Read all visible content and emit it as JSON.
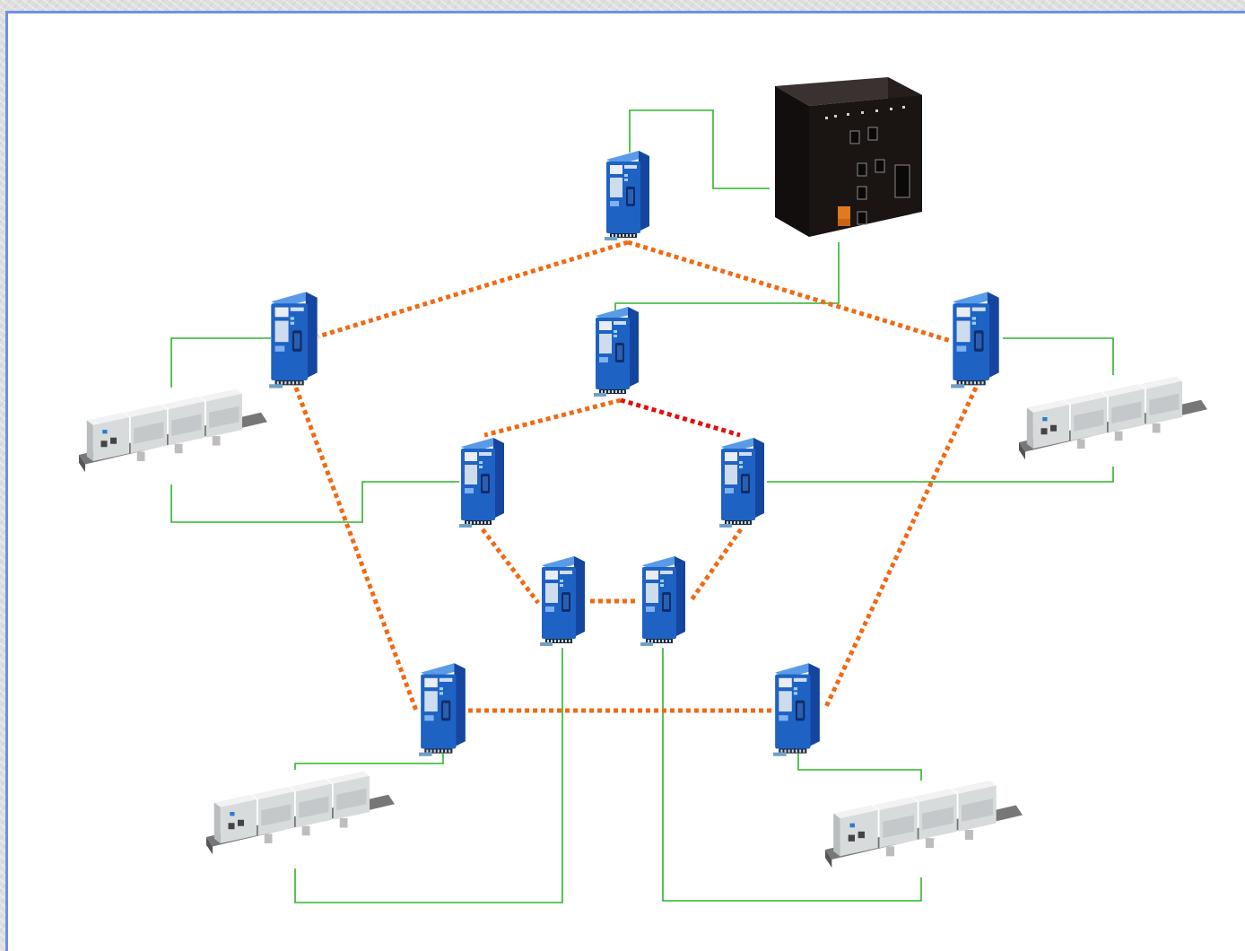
{
  "diagram": {
    "description_text": "",
    "colors": {
      "background": "#ffffff",
      "frame": "#6f8fe8",
      "fieldbus_line": "#2bb52b",
      "ring_link": "#f06a14",
      "ring_link_open": "#e01010",
      "switch_body": "#1e62c4",
      "controller_body": "#1a1412",
      "io_module_body": "#d8dbdc"
    },
    "nodes": {
      "controller": {
        "kind": "motion-controller",
        "icon": "controller-icon"
      },
      "switches": [
        {
          "id": "sw-top",
          "ring": "outer"
        },
        {
          "id": "sw-outer-left",
          "ring": "outer"
        },
        {
          "id": "sw-outer-right",
          "ring": "outer"
        },
        {
          "id": "sw-outer-bottom-left",
          "ring": "outer"
        },
        {
          "id": "sw-outer-bottom-right",
          "ring": "outer"
        },
        {
          "id": "sw-inner-top",
          "ring": "inner"
        },
        {
          "id": "sw-inner-left",
          "ring": "inner"
        },
        {
          "id": "sw-inner-right",
          "ring": "inner"
        },
        {
          "id": "sw-inner-bottom-left",
          "ring": "inner"
        },
        {
          "id": "sw-inner-bottom-right",
          "ring": "inner"
        }
      ],
      "io_stations": [
        {
          "id": "io-left"
        },
        {
          "id": "io-right"
        },
        {
          "id": "io-bottom-left"
        },
        {
          "id": "io-bottom-right"
        }
      ]
    },
    "links": {
      "outer_ring": [
        [
          "sw-top",
          "sw-outer-left"
        ],
        [
          "sw-top",
          "sw-outer-right"
        ],
        [
          "sw-outer-left",
          "sw-outer-bottom-left"
        ],
        [
          "sw-outer-right",
          "sw-outer-bottom-right"
        ],
        [
          "sw-outer-bottom-left",
          "sw-outer-bottom-right"
        ]
      ],
      "inner_ring": [
        [
          "sw-inner-top",
          "sw-inner-left"
        ],
        [
          "sw-inner-left",
          "sw-inner-bottom-left"
        ],
        [
          "sw-inner-bottom-left",
          "sw-inner-bottom-right"
        ],
        [
          "sw-inner-bottom-right",
          "sw-inner-right"
        ]
      ],
      "redundant_open_link": [
        "sw-inner-top",
        "sw-inner-right"
      ]
    }
  }
}
